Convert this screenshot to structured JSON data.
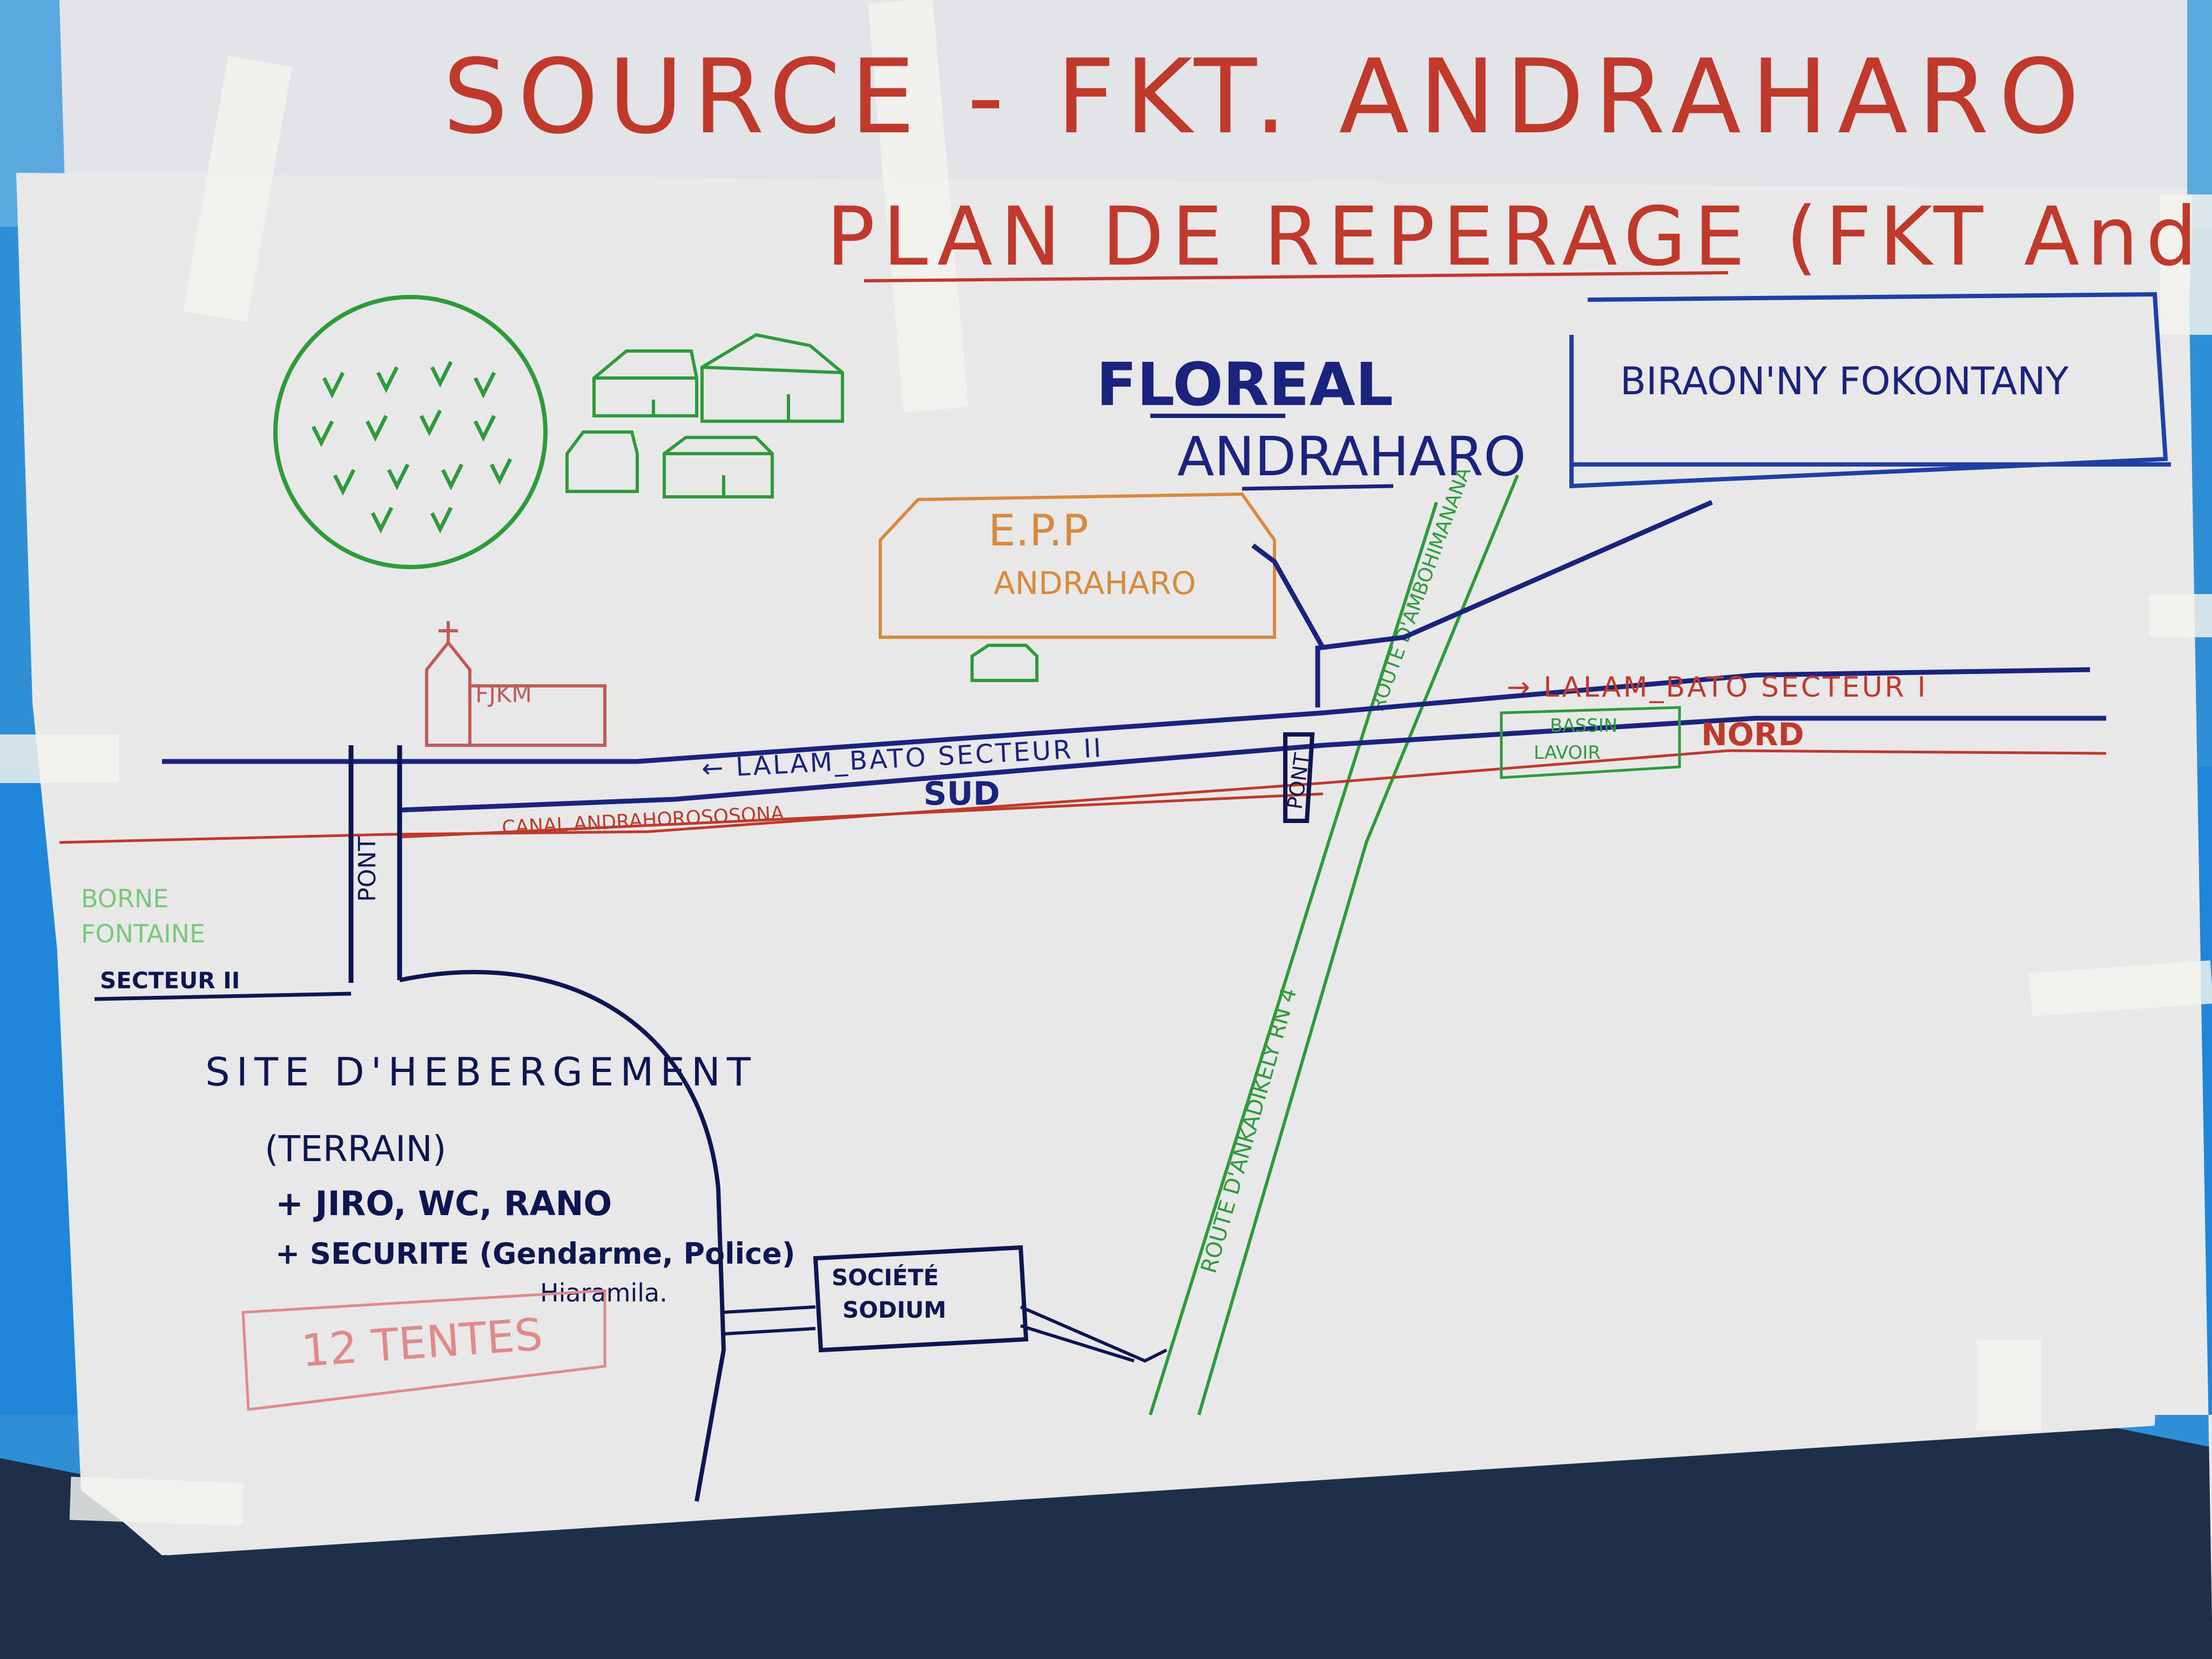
{
  "header": {
    "source": "SOURCE - FKT. ANDRAHARO",
    "title": "PLAN DE REPERAGE (FKT Andraharo)"
  },
  "labels": {
    "floreal": "FLOREAL",
    "andraharo": "ANDRAHARO",
    "birao": "BIRAON'NY FOKONTANY",
    "epp_line1": "E.P.P",
    "epp_line2": "ANDRAHARO",
    "fjkm": "FJKM",
    "lalam_right": "→ LALAM_BATO SECTEUR I",
    "lalam_left": "← LALAM_BATO SECTEUR II",
    "nord": "NORD",
    "sud": "SUD",
    "canal": "CANAL ANDRAHOROSOSONA",
    "bassin_line1": "BASSIN",
    "bassin_line2": "LAVOIR",
    "pont_left": "PONT",
    "pont_right": "PONT",
    "borne_line1": "BORNE",
    "borne_line2": "FONTAINE",
    "secteur_ii": "SECTEUR II",
    "route_ambohimanana": "ROUTE D'AMBOHIMANANA",
    "route_rn4": "ROUTE D'ANKADIKELY RN 4",
    "societe_line1": "SOCIÉTÉ",
    "societe_line2": "SODIUM",
    "site_title": "SITE D'HEBERGEMENT",
    "site_terrain": "(TERRAIN)",
    "site_jiro": "+ JIRO, WC, RANO",
    "site_securite": "+ SECURITE (Gendarme, Police)",
    "site_hiaramila": "Hiaramila.",
    "tentes": "12 TENTES"
  },
  "colors": {
    "wall_blue": "#2f8fd6",
    "paper": "#e9e9ea",
    "floor": "#1e2f4a",
    "marker_red": "#c0392b",
    "marker_blue": "#1a237e",
    "marker_green": "#2e9b3a",
    "marker_orange": "#d98a3a",
    "marker_navy": "#0d1652"
  },
  "icons": [
    "forest-icon",
    "house-icon",
    "church-icon",
    "school-icon"
  ]
}
